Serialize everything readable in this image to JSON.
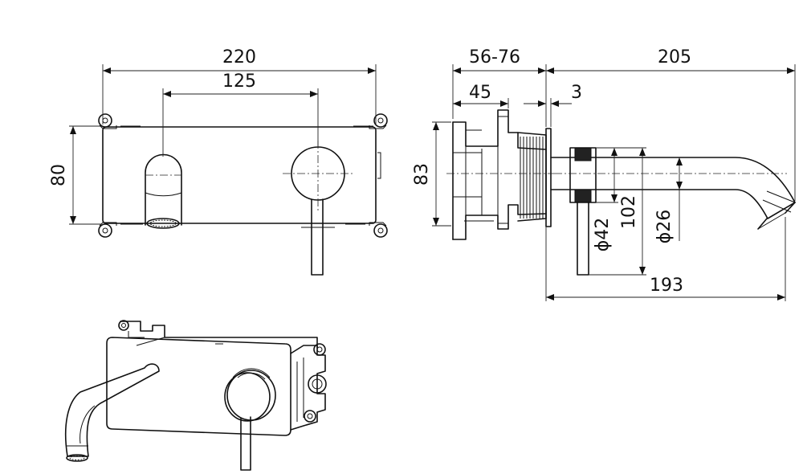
{
  "dimensions": {
    "front_width": "220",
    "front_centers": "125",
    "front_height": "80",
    "side_depth_range": "56-76",
    "side_body_depth": "45",
    "side_plate": "3",
    "side_spout_length": "205",
    "side_height": "83",
    "handle_diameter": "ϕ42",
    "handle_drop": "102",
    "spout_diameter": "ϕ26",
    "spout_projection": "193"
  }
}
